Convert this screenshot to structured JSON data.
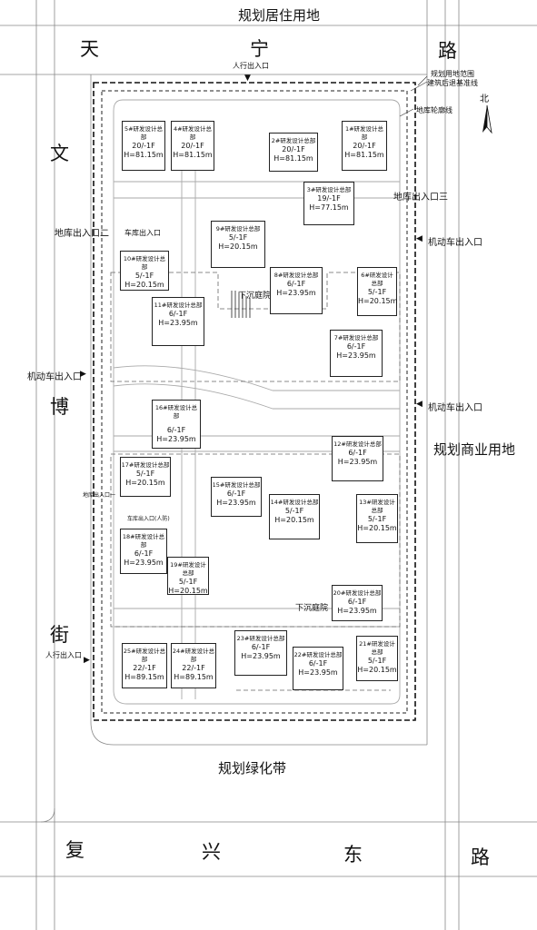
{
  "roads": {
    "north_land_use": "规划居住用地",
    "north_road": [
      "天",
      "宁",
      "路"
    ],
    "west_road": [
      "文",
      "博",
      "街"
    ],
    "south_road": [
      "复",
      "兴",
      "东",
      "路"
    ],
    "south_land_use": "规划绿化带",
    "east_land_use": "规划商业用地"
  },
  "legend": {
    "boundary": "规划用地范围",
    "setback": "建筑后退基准线",
    "basement": "地库轮廓线",
    "north": "北"
  },
  "entrances": {
    "ped_north": "人行出入口",
    "ped_west": "人行出入口",
    "garage_2": "地库出入口二",
    "garage_3": "地库出入口三",
    "garage_1": "地库出入口一",
    "garage_entry": "车库出入口",
    "garage_entry_small": "车库出入口(人防)",
    "vehicle_east_1": "机动车出入口",
    "vehicle_east_2": "机动车出入口",
    "vehicle_west": "机动车出入口"
  },
  "courtyards": [
    "下沉庭院",
    "下沉庭院"
  ],
  "buildings": [
    {
      "id": "5#研发设计总部",
      "floors": "20/-1F",
      "height": "H=81.15m"
    },
    {
      "id": "4#研发设计总部",
      "floors": "20/-1F",
      "height": "H=81.15m"
    },
    {
      "id": "2#研发设计总部",
      "floors": "20/-1F",
      "height": "H=81.15m"
    },
    {
      "id": "1#研发设计总部",
      "floors": "20/-1F",
      "height": "H=81.15m"
    },
    {
      "id": "3#研发设计总部",
      "floors": "19/-1F",
      "height": "H=77.15m"
    },
    {
      "id": "9#研发设计总部",
      "floors": "5/-1F",
      "height": "H=20.15m"
    },
    {
      "id": "10#研发设计总部",
      "floors": "5/-1F",
      "height": "H=20.15m"
    },
    {
      "id": "8#研发设计总部",
      "floors": "6/-1F",
      "height": "H=23.95m"
    },
    {
      "id": "6#研发设计总部",
      "floors": "5/-1F",
      "height": "H=20.15m"
    },
    {
      "id": "11#研发设计总部",
      "floors": "6/-1F",
      "height": "H=23.95m"
    },
    {
      "id": "7#研发设计总部",
      "floors": "6/-1F",
      "height": "H=23.95m"
    },
    {
      "id": "16#研发设计总部",
      "floors": "6/-1F",
      "height": "H=23.95m"
    },
    {
      "id": "12#研发设计总部",
      "floors": "6/-1F",
      "height": "H=23.95m"
    },
    {
      "id": "17#研发设计总部",
      "floors": "5/-1F",
      "height": "H=20.15m"
    },
    {
      "id": "15#研发设计总部",
      "floors": "6/-1F",
      "height": "H=23.95m"
    },
    {
      "id": "14#研发设计总部",
      "floors": "5/-1F",
      "height": "H=20.15m"
    },
    {
      "id": "13#研发设计总部",
      "floors": "5/-1F",
      "height": "H=20.15m"
    },
    {
      "id": "18#研发设计总部",
      "floors": "6/-1F",
      "height": "H=23.95m"
    },
    {
      "id": "19#研发设计总部",
      "floors": "5/-1F",
      "height": "H=20.15m"
    },
    {
      "id": "20#研发设计总部",
      "floors": "6/-1F",
      "height": "H=23.95m"
    },
    {
      "id": "23#研发设计总部",
      "floors": "6/-1F",
      "height": "H=23.95m"
    },
    {
      "id": "25#研发设计总部",
      "floors": "22/-1F",
      "height": "H=89.15m"
    },
    {
      "id": "24#研发设计总部",
      "floors": "22/-1F",
      "height": "H=89.15m"
    },
    {
      "id": "22#研发设计总部",
      "floors": "6/-1F",
      "height": "H=23.95m"
    },
    {
      "id": "21#研发设计总部",
      "floors": "5/-1F",
      "height": "H=20.15m"
    }
  ]
}
